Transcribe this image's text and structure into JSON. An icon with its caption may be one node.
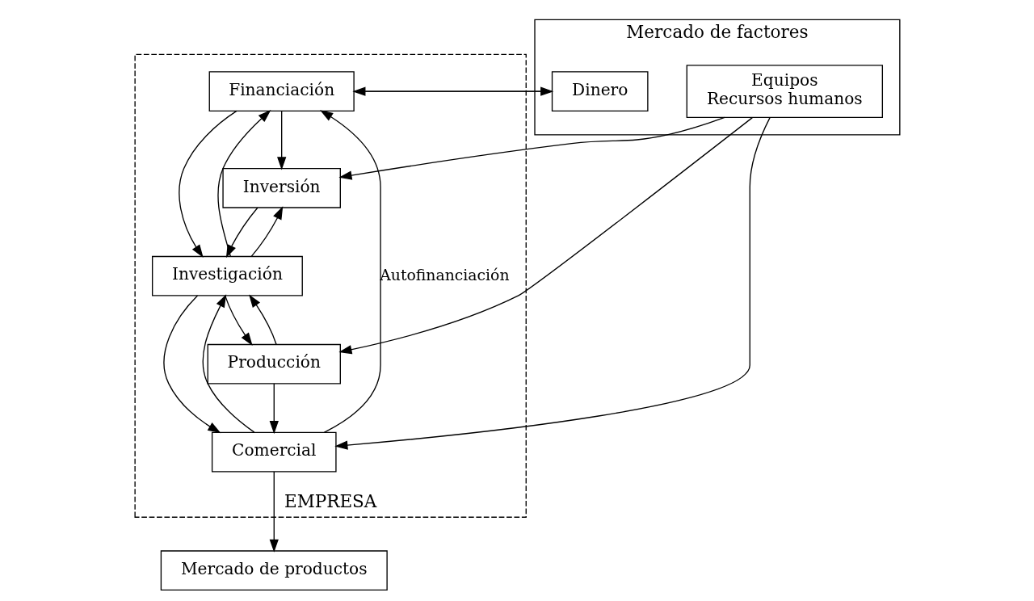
{
  "diagram": {
    "nodes": [
      {
        "text": [
          "Mercado de factores"
        ]
      },
      {
        "text": [
          "Dinero"
        ],
        "in": 0
      },
      {
        "text": [
          "Equipos",
          "Recursos humanos"
        ],
        "in": 0
      },
      {
        "text": [
          "Mercado de productos"
        ]
      },
      {
        "text": [
          "EMPRESA"
        ]
      },
      {
        "text": [
          "Financiación"
        ],
        "in": 4
      },
      {
        "text": [
          "Inversión"
        ],
        "in": 4
      },
      {
        "text": [
          "Producción"
        ],
        "in": 4
      },
      {
        "text": [
          "Comercial"
        ],
        "in": 4
      },
      {
        "text": [
          "Investigación"
        ],
        "in": 4
      }
    ],
    "edges": [
      {
        "from": 1,
        "to": 5,
        "arrow": "to"
      },
      {
        "from": 5,
        "to": 1,
        "arrow": "to"
      },
      {
        "from": 2,
        "to": 6,
        "arrow": "to"
      },
      {
        "from": 2,
        "to": 7,
        "arrow": "to"
      },
      {
        "from": 2,
        "to": 8,
        "arrow": "to"
      },
      {
        "from": 5,
        "to": 6,
        "arrow": "to"
      },
      {
        "from": 7,
        "to": 8,
        "arrow": "to"
      },
      {
        "from": 8,
        "to": 3,
        "arrow": "to"
      },
      {
        "from": 5,
        "to": 9,
        "arrow": "to"
      },
      {
        "from": 9,
        "to": 5,
        "arrow": "to"
      },
      {
        "from": 6,
        "to": 9,
        "arrow": "to"
      },
      {
        "from": 9,
        "to": 6,
        "arrow": "to"
      },
      {
        "from": 7,
        "to": 9,
        "arrow": "to"
      },
      {
        "from": 9,
        "to": 7,
        "arrow": "to"
      },
      {
        "from": 8,
        "to": 9,
        "arrow": "to"
      },
      {
        "from": 9,
        "to": 8,
        "arrow": "to"
      },
      {
        "from": 8,
        "to": 5,
        "arrow": "to",
        "label": "Autofinanciación"
      }
    ]
  }
}
